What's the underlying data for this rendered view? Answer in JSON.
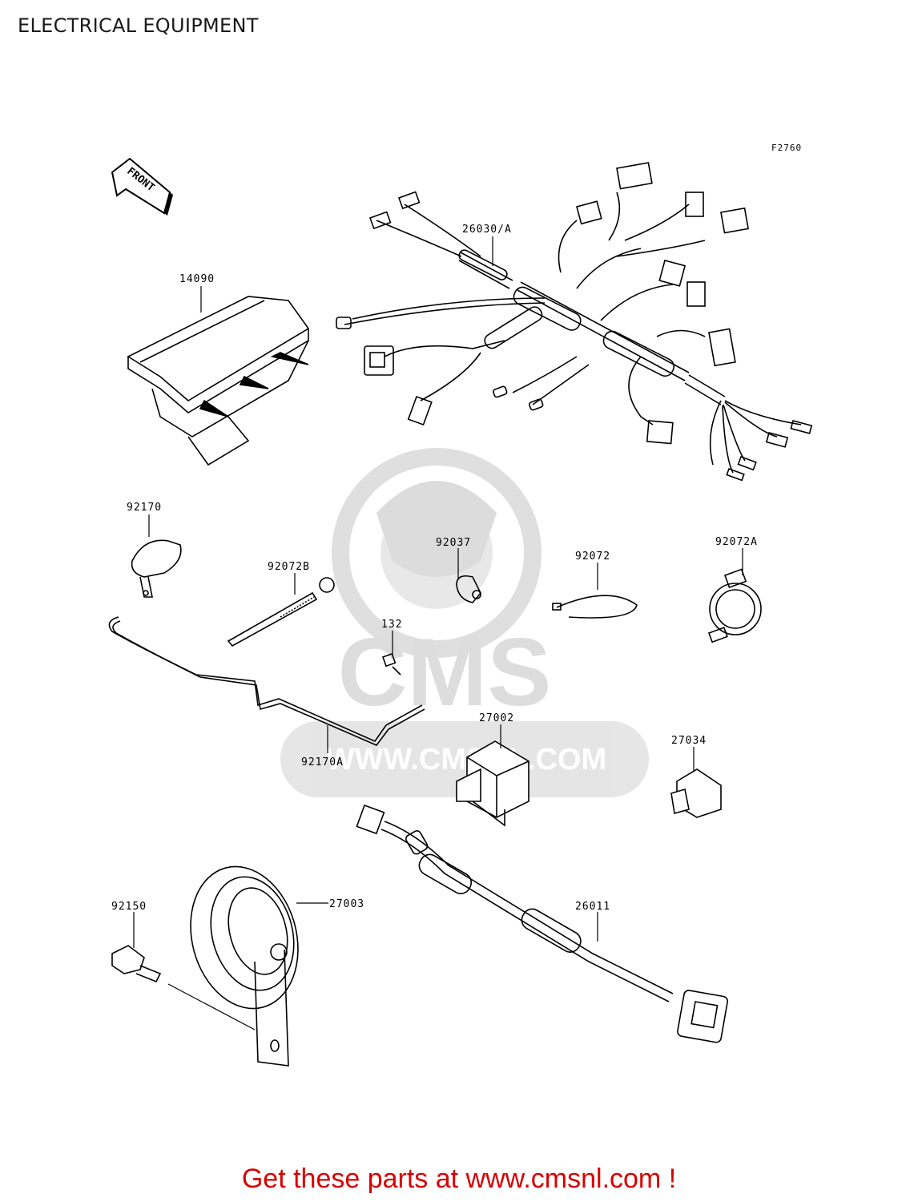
{
  "title": "ELECTRICAL EQUIPMENT",
  "figure_code": "F2760",
  "front_marker": "FRONT",
  "parts": [
    {
      "id": "p26030a",
      "label": "26030/A"
    },
    {
      "id": "p14090",
      "label": "14090"
    },
    {
      "id": "p92170",
      "label": "92170"
    },
    {
      "id": "p92072b",
      "label": "92072B"
    },
    {
      "id": "p92037",
      "label": "92037"
    },
    {
      "id": "p92072",
      "label": "92072"
    },
    {
      "id": "p92072a",
      "label": "92072A"
    },
    {
      "id": "p132",
      "label": "132"
    },
    {
      "id": "p27002",
      "label": "27002"
    },
    {
      "id": "p92170a",
      "label": "92170A"
    },
    {
      "id": "p27034",
      "label": "27034"
    },
    {
      "id": "p92150",
      "label": "92150"
    },
    {
      "id": "p27003",
      "label": "27003"
    },
    {
      "id": "p26011",
      "label": "26011"
    }
  ],
  "watermark": {
    "line1": "CMS",
    "line2": "WWW.CMSNL.COM"
  },
  "footer": {
    "text": "Get these parts at www.cmsnl.com !"
  },
  "colors": {
    "footer": "#d80000",
    "watermark": "#d9d9d9",
    "ink": "#000000"
  }
}
